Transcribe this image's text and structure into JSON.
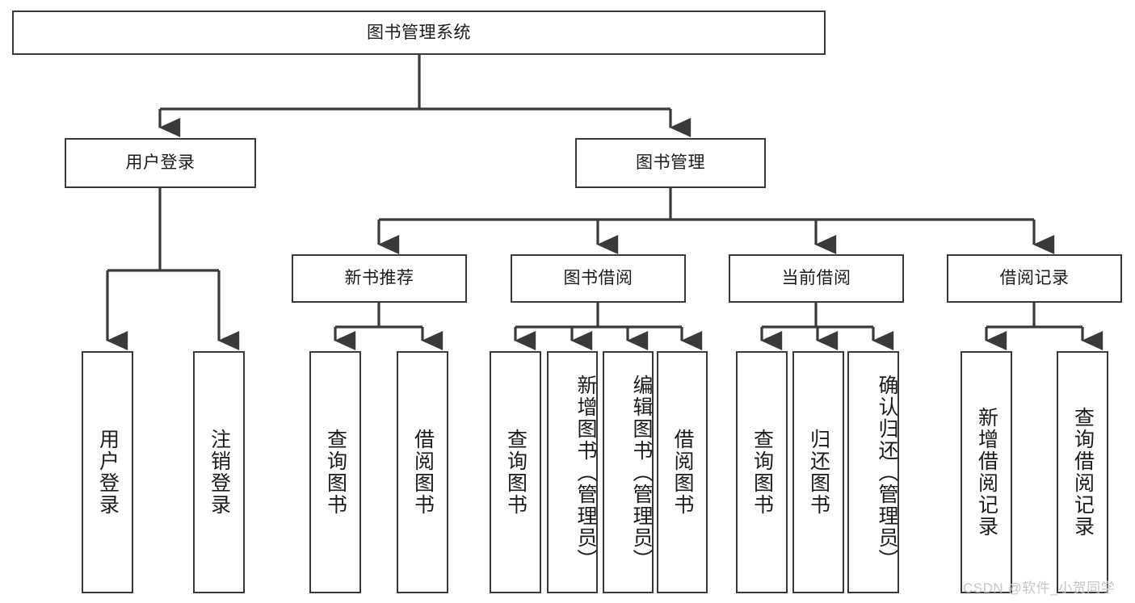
{
  "diagram": {
    "title_node": {
      "label": "图书管理系统"
    },
    "level1": [
      {
        "id": "user-login",
        "label": "用户登录"
      },
      {
        "id": "book-manage",
        "label": "图书管理"
      }
    ],
    "level2": [
      {
        "id": "new-book-rec",
        "label": "新书推荐"
      },
      {
        "id": "book-borrow",
        "label": "图书借阅"
      },
      {
        "id": "current-borrow",
        "label": "当前借阅"
      },
      {
        "id": "borrow-record",
        "label": "借阅记录"
      }
    ],
    "leaves": {
      "user_login": [
        {
          "id": "leaf-user-login",
          "label": "用户登录"
        },
        {
          "id": "leaf-logout-login",
          "label": "注销登录"
        }
      ],
      "new_book_rec": [
        {
          "id": "leaf-query-book-1",
          "label": "查询图书"
        },
        {
          "id": "leaf-borrow-book-1",
          "label": "借阅图书"
        }
      ],
      "book_borrow": [
        {
          "id": "leaf-query-book-2",
          "label": "查询图书"
        },
        {
          "id": "leaf-add-book",
          "label": "新增图书（管理员）"
        },
        {
          "id": "leaf-edit-book",
          "label": "编辑图书（管理员）"
        },
        {
          "id": "leaf-borrow-book-2",
          "label": "借阅图书"
        }
      ],
      "current_borrow": [
        {
          "id": "leaf-query-book-3",
          "label": "查询图书"
        },
        {
          "id": "leaf-return-book",
          "label": "归还图书"
        },
        {
          "id": "leaf-confirm-return",
          "label": "确认归还（管理员）"
        }
      ],
      "borrow_record": [
        {
          "id": "leaf-add-record",
          "label": "新增借阅记录"
        },
        {
          "id": "leaf-query-record",
          "label": "查询借阅记录"
        }
      ]
    }
  },
  "watermark": {
    "text": "CSDN @软件_小贺同学"
  },
  "colors": {
    "stroke": "#3a3a3a",
    "background": "#ffffff",
    "text": "#1b1b1b",
    "watermark": "#c7c7c7"
  }
}
